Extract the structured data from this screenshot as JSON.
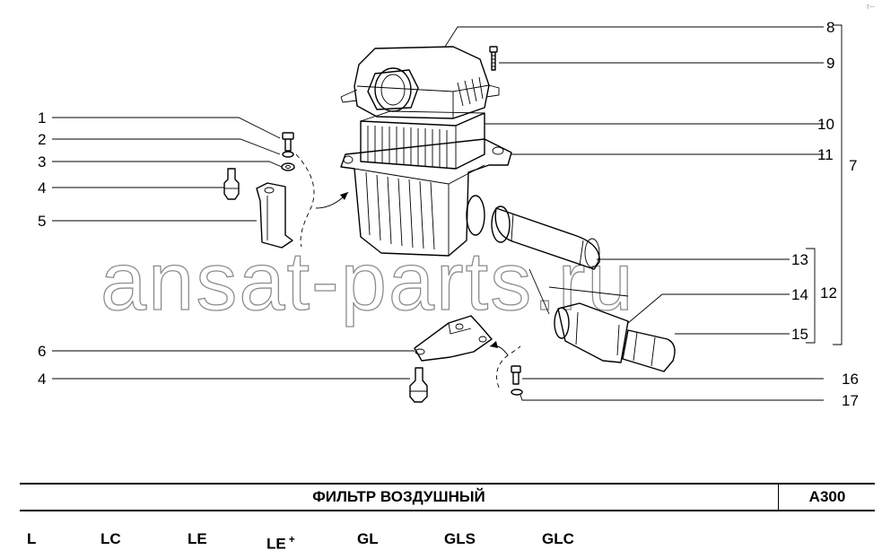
{
  "callouts": [
    "1",
    "2",
    "3",
    "4",
    "5",
    "6",
    "4",
    "8",
    "9",
    "10",
    "11",
    "7",
    "13",
    "14",
    "15",
    "12",
    "16",
    "17"
  ],
  "watermark": "ansat-parts.ru",
  "title": "ФИЛЬТР  ВОЗДУШНЫЙ",
  "code": "A300",
  "variants": [
    "L",
    "LC",
    "LE",
    "LE",
    "GL",
    "GLS",
    "GLC"
  ],
  "variant_suffix": "+",
  "corner_mark": "r--"
}
